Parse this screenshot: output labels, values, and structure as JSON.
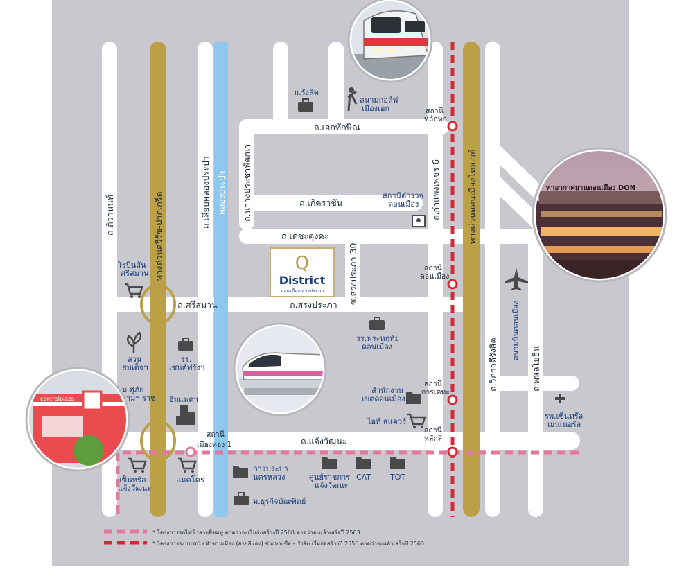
{
  "project": {
    "logo_letter": "Q",
    "name": "District",
    "subtitle": "ดอนเมือง-สรงประภา"
  },
  "roads": {
    "ek_thakkhin": "ถ.เอกทักษิณ",
    "koet_racha": "ถ.เกิดราชัน",
    "det_chudet": "ถ.เดชะตุงคะ",
    "si_saman": "ถ.ศรีสมาน",
    "song_prapha": "ถ.สรงประภา",
    "chaeng_watthana": "ถ.แจ้งวัฒนะ",
    "tiwanon": "ถ.ติวานนท์",
    "expressway_west": "ทางด่วนศรีรัช-ปากเกร็ด",
    "liap_khlong": "ถ.เลียบคลองประปา",
    "khlong_prapa": "คลองประปา",
    "nawong": "ถ.นาวงประชาพัฒนา",
    "soi_30": "ซ.สรงประภา 30",
    "kamphaeng_phet": "ถ.กำแพงเพชร 6",
    "expressway_east": "ทางด่วนดอนเมืองโทลเวย์",
    "vibhavadi": "ถ.วิภาวดีรังสิต",
    "phahonyothin": "ถ.พหลโยธิน",
    "airport_runway": "สนามบินดอนเมือง"
  },
  "stations": [
    {
      "label_1": "สถานี",
      "label_2": "หลักหก"
    },
    {
      "label_1": "สถานี",
      "label_2": "ดอนเมือง"
    },
    {
      "label_1": "สถานี",
      "label_2": "การเคหะ"
    },
    {
      "label_1": "สถานี",
      "label_2": "หลักสี่"
    },
    {
      "label_1": "สถานี",
      "label_2": "เมืองทอง 1"
    }
  ],
  "places": {
    "rangsit_univ": "ม.รังสิต",
    "golf_1": "สนามกอล์ฟ",
    "golf_2": "เมืองเอก",
    "police_1": "สถานีตำรวจ",
    "police_2": "ดอนเมือง",
    "robinson_1": "โรบินสัน",
    "robinson_2": "ศรีสมาน",
    "park_1": "สวน",
    "park_2": "สมเด็จฯ",
    "school_1": "รร.",
    "school_2": "เซนต์ฟรังฯ",
    "prasit_1": "ม.ศุภัย",
    "prasit_2": "รามฯ ราช",
    "impact": "อิมแพคฯ",
    "prachathipat_1": "รร.พระหฤทัย",
    "prachathipat_2": "ดอนเมือง",
    "office_1": "สำนักงาน",
    "office_2": "เขตดอนเมือง",
    "it_square": "ไอที สแควร์",
    "central_1": "เซ็นทรัล",
    "central_2": "แจ้งวัฒนะ",
    "makro": "แมคโคร",
    "pwa_1": "การประปา",
    "pwa_2": "นครหลวง",
    "govt_1": "ศูนย์ราชการ",
    "govt_2": "แจ้งวัฒนะ",
    "cat": "CAT",
    "tot": "TOT",
    "dhurakij": "ม.ธุรกิจบัณฑิตย์",
    "hospital_1": "รพ.เซ็นทรัล",
    "hospital_2": "เยนเนอรัล",
    "airport_sign": "ท่าอากาศยานดอนเมือง DON",
    "mall_sign": "centralplaza"
  },
  "legend": [
    {
      "text": "* โครงการรถไฟฟ้าสายสีชมพู คาดว่าจะเริ่มก่อสร้างปี 2560 คาดว่าจะแล้วเสร็จปี 2563",
      "color": "#e07a9a"
    },
    {
      "text": "* โครงการระบบรถไฟฟ้าชานเมือง (สายสีแดง) ช่วงบางซื่อ – รังสิต เริ่มก่อสร้างปี 2556 คาดว่าจะแล้วเสร็จปี 2563",
      "color": "#d42a35"
    }
  ],
  "colors": {
    "background": "#c9c8ce",
    "road": "#ffffff",
    "expressway": "#bba046",
    "canal": "#8ec8ee",
    "pink_line": "#e07a9a",
    "red_line": "#d42a35",
    "text_blue": "#1b3e78"
  }
}
